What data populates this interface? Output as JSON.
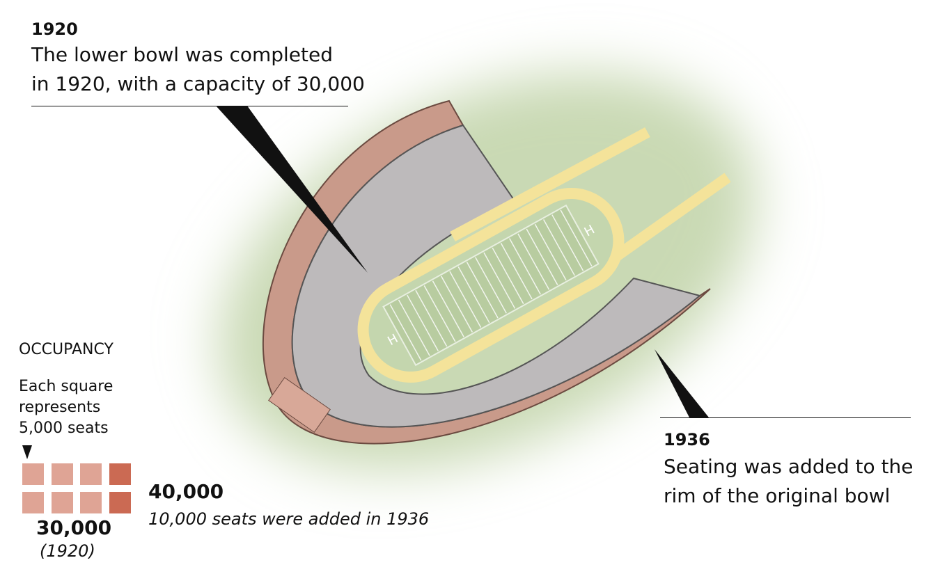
{
  "callout_1920": {
    "year": "1920",
    "lines": [
      "The lower bowl was completed",
      "in 1920, with a capacity of 30,000"
    ]
  },
  "callout_1936": {
    "year": "1936",
    "lines": [
      "Seating was added to the",
      "rim of the original bowl"
    ]
  },
  "occupancy": {
    "title": "OCCUPANCY",
    "note_lines": [
      "Each square",
      "represents",
      "5,000 seats"
    ],
    "seats_per_square": 5000,
    "original_squares": 6,
    "added_squares": 2,
    "original_total": "30,000",
    "original_year": "(1920)",
    "new_total": "40,000",
    "new_note": "10,000 seats were added in 1936",
    "colors": {
      "original": "#dfa495",
      "added": "#cb6a53"
    }
  }
}
